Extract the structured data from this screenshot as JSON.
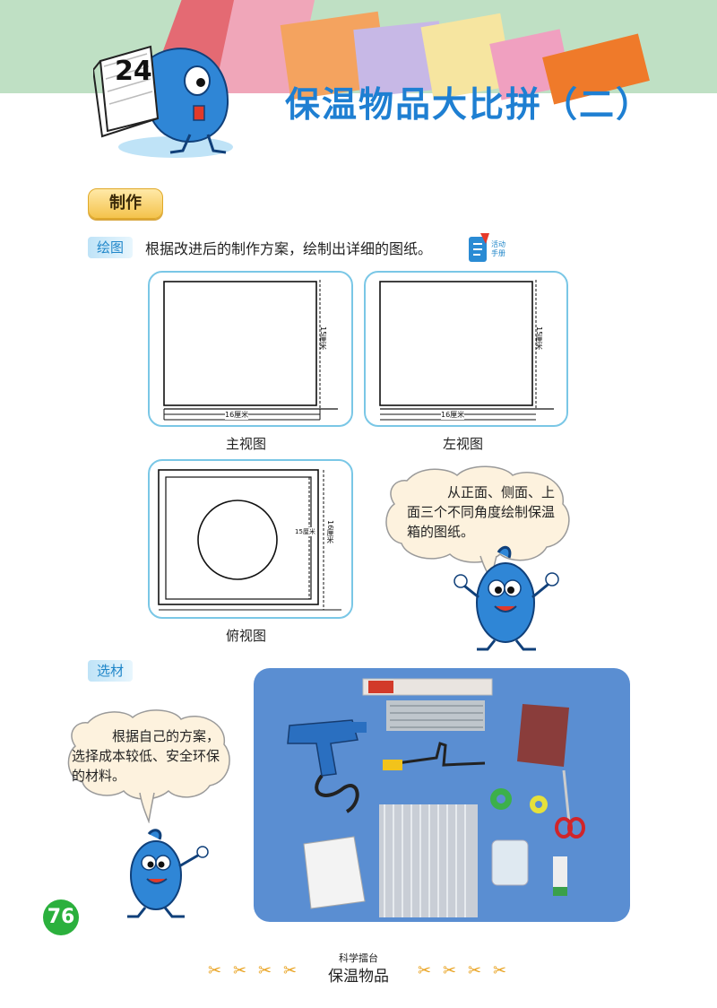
{
  "header": {
    "lesson_number": "24",
    "title": "保温物品大比拼（二）",
    "colors": {
      "band": "#bfe0c4",
      "title": "#1e7fd2"
    }
  },
  "section_making": {
    "label": "制作",
    "drawing": {
      "tag": "绘图",
      "instruction": "根据改进后的制作方案，绘制出详细的图纸。",
      "workbook_badge": {
        "icon": "workbook-icon",
        "line1": "活动",
        "line2": "手册"
      }
    },
    "views": [
      {
        "caption": "主视图",
        "height_label": "15厘米",
        "width_label": "16厘米"
      },
      {
        "caption": "左视图",
        "height_label": "15厘米",
        "width_label": "16厘米"
      },
      {
        "caption": "俯视图",
        "height_label": "16厘米",
        "inner_label": "15厘米"
      }
    ],
    "mascot_bubble": "从正面、侧面、上面三个不同角度绘制保温箱的图纸。"
  },
  "section_materials": {
    "tag": "选材",
    "mascot_bubble": "根据自己的方案，选择成本较低、安全环保的材料。",
    "photo": {
      "bg": "#5a8ed2"
    }
  },
  "footer": {
    "page_number": "76",
    "series": "科学擂台",
    "topic": "保温物品",
    "page_number_color": "#2bb03d"
  }
}
